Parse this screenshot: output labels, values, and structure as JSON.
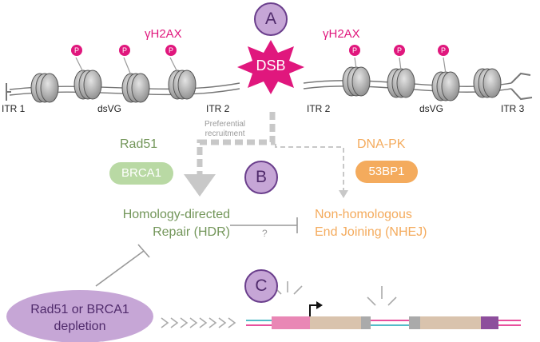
{
  "labels": {
    "itr1": "ITR 1",
    "itr2_left": "ITR 2",
    "itr2_right": "ITR 2",
    "itr3": "ITR 3",
    "dsvg_left": "dsVG",
    "dsvg_right": "dsVG",
    "gh2ax_left": "γH2AX",
    "gh2ax_right": "γH2AX",
    "dsb": "DSB",
    "phospho": "P",
    "step_a": "A",
    "step_b": "B",
    "step_c": "C",
    "preferential": [
      "Preferential",
      "recruitment"
    ],
    "rad51": "Rad51",
    "brca1": "BRCA1",
    "dnapk": "DNA-PK",
    "bp53": "53BP1",
    "hdr": [
      "Homology-directed",
      "Repair (HDR)"
    ],
    "nhej": [
      "Non-homologous",
      "End Joining (NHEJ)"
    ],
    "question": "?",
    "depletion": [
      "Rad51 or BRCA1",
      "depletion"
    ]
  },
  "colors": {
    "magenta": "#e0177d",
    "green": "#73965a",
    "green_pill": "#b9d9a4",
    "orange": "#f4ab5d",
    "purple_fill": "#c6a6d6",
    "purple_border": "#6a3e8c",
    "grey_arrow": "#c8c8c8",
    "teal": "#1aa6b5",
    "pink_block": "#e987b5",
    "tan_block": "#d9c3ad",
    "purple_block": "#8d4e9c"
  }
}
